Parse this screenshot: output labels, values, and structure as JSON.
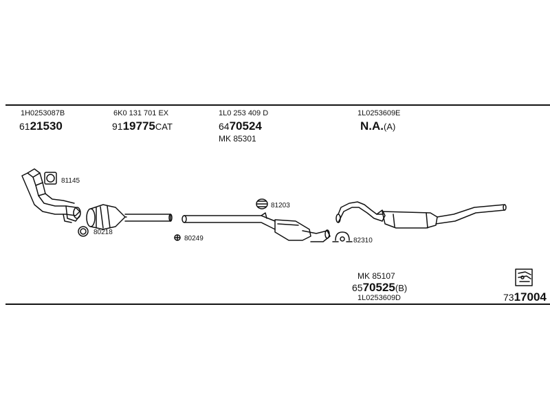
{
  "groups": [
    {
      "code": "1H0253087B",
      "prefix": "61",
      "number": "21530",
      "suffix": ""
    },
    {
      "code": "6K0 131 701 EX",
      "prefix": "91",
      "number": "19775",
      "suffix": "CAT"
    },
    {
      "code": "1L0 253 409 D",
      "prefix": "64",
      "number": "70524",
      "suffix": "",
      "mk": "MK  85301"
    },
    {
      "code": "1L0253609E",
      "prefix": "",
      "number": "N.A.",
      "suffix": "(A)"
    }
  ],
  "parts": {
    "p81145": "81145",
    "p80218": "80218",
    "p80249": "80249",
    "p81203": "81203",
    "p82310": "82310"
  },
  "bottom": {
    "mk": "MK  85107",
    "prefix": "65",
    "number": "70525",
    "suffix": "(B)",
    "code": "1L0253609D"
  },
  "kit": {
    "prefix": "73",
    "number": "17004"
  },
  "icons": {
    "kit": "kit-box-icon"
  }
}
